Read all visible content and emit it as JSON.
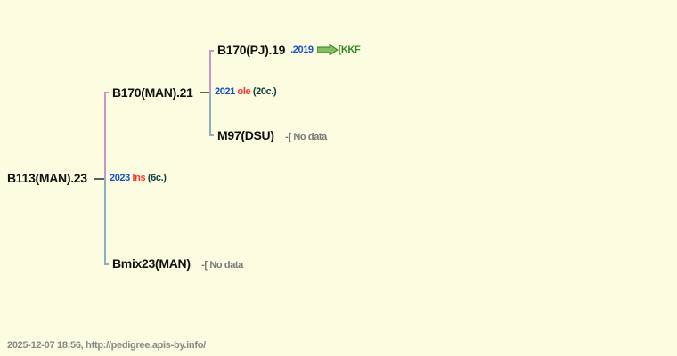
{
  "colors": {
    "background": "#fcfce0",
    "sire_line": "#c896c8",
    "dam_line": "#8cb0c0",
    "connector": "#556060",
    "year": "#1a4fc8",
    "flag": "#ff3030",
    "count": "#13403a",
    "nodata": "#777777",
    "kkf_arrow": "#80c060",
    "kkf_text": "#2e8b1e"
  },
  "root": {
    "name": "B113(MAN).23",
    "year": "2023",
    "flag": "Ins",
    "count": "(6c.)"
  },
  "sire": {
    "name": "B170(MAN).21",
    "year": "2021",
    "flag": "ole",
    "count": "(20c.)"
  },
  "dam": {
    "name": "Bmix23(MAN)",
    "nodata": "-[ No data"
  },
  "sire_sire": {
    "name": "B170(PJ).19",
    "year": ".2019",
    "link": "[KKF"
  },
  "sire_dam": {
    "name": "M97(DSU)",
    "nodata": "-[ No data"
  },
  "footer": {
    "text": "2025-12-07 18:56, http://pedigree.apis-by.info/"
  }
}
